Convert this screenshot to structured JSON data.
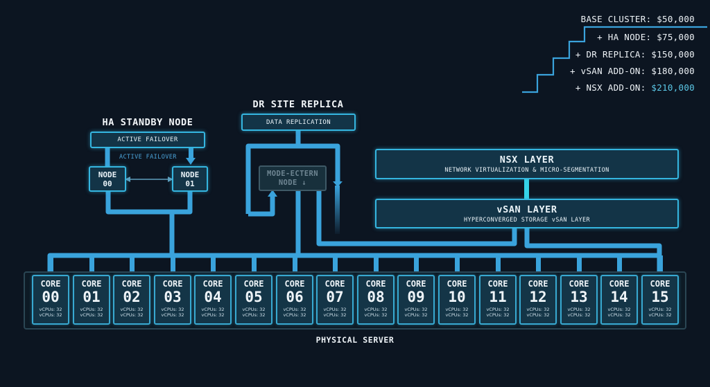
{
  "pricing": {
    "items": [
      {
        "label": "BASE CLUSTER: $50,000",
        "highlight": false
      },
      {
        "label": "+ HA NODE: $75,000",
        "highlight": false
      },
      {
        "label": "+ DR REPLICA: $150,000",
        "highlight": false
      },
      {
        "label": "+ vSAN ADD-ON: $180,000",
        "highlight": false
      },
      {
        "label": "+ NSX ADD-ON: ",
        "value": "$210,000",
        "highlight": true
      }
    ]
  },
  "ha": {
    "title": "HA STANDBY NODE",
    "failover_box": "ACTIVE FAILOVER",
    "failover_label": "ACTIVE FAILOVER",
    "node_a": {
      "line1": "NODE",
      "line2": "00"
    },
    "node_b": {
      "line1": "NODE",
      "line2": "01"
    }
  },
  "dr": {
    "title": "DR SITE REPLICA",
    "replication_box": "DATA REPLICATION",
    "mode_node": {
      "line1": "MODE-ECTERN",
      "line2": "NODE ↓"
    }
  },
  "nsx": {
    "title": "NSX LAYER",
    "subtitle": "NETWORK VIRTUALIZATION & MICRO-SEGMENTATION"
  },
  "vsan": {
    "title": "vSAN LAYER",
    "subtitle": "HYPERCONVERGED STORAGE vSAN LAYER"
  },
  "server": {
    "label": "PHYSICAL SERVER",
    "core_label": "CORE",
    "cores": [
      {
        "num": "00",
        "stat1": "vCPUs: 32",
        "stat2": "vCPUs: 32"
      },
      {
        "num": "01",
        "stat1": "vCPUs: 32",
        "stat2": "vCPUs: 32"
      },
      {
        "num": "02",
        "stat1": "vCPUs: 32",
        "stat2": "vCPUs: 32"
      },
      {
        "num": "03",
        "stat1": "vCPUs: 32",
        "stat2": "vCPUs: 32"
      },
      {
        "num": "04",
        "stat1": "vCPUs: 32",
        "stat2": "vCPUs: 32"
      },
      {
        "num": "05",
        "stat1": "vCPUs: 32",
        "stat2": "vCPUs: 32"
      },
      {
        "num": "06",
        "stat1": "vCPUs: 32",
        "stat2": "vCPUs: 32"
      },
      {
        "num": "07",
        "stat1": "vCPUs: 32",
        "stat2": "vCPUs: 32"
      },
      {
        "num": "08",
        "stat1": "vCPUs: 32",
        "stat2": "vCPUs: 32"
      },
      {
        "num": "09",
        "stat1": "vCPUs: 32",
        "stat2": "vCPUs: 32"
      },
      {
        "num": "10",
        "stat1": "vCPUs: 32",
        "stat2": "vCPUs: 32"
      },
      {
        "num": "11",
        "stat1": "vCPUs: 32",
        "stat2": "vCPUs: 32"
      },
      {
        "num": "12",
        "stat1": "vCPUs: 32",
        "stat2": "vCPUs: 32"
      },
      {
        "num": "13",
        "stat1": "vCPUs: 32",
        "stat2": "vCPUs: 32"
      },
      {
        "num": "14",
        "stat1": "vCPUs: 32",
        "stat2": "vCPUs: 32"
      },
      {
        "num": "15",
        "stat1": "vCPUs: 32",
        "stat2": "vCPUs: 32"
      }
    ]
  },
  "colors": {
    "background": "#0c1521",
    "wire": "#3aa3dc",
    "accent": "#5cc9e8",
    "box_fill": "#133447",
    "box_border": "#35b6e0"
  }
}
